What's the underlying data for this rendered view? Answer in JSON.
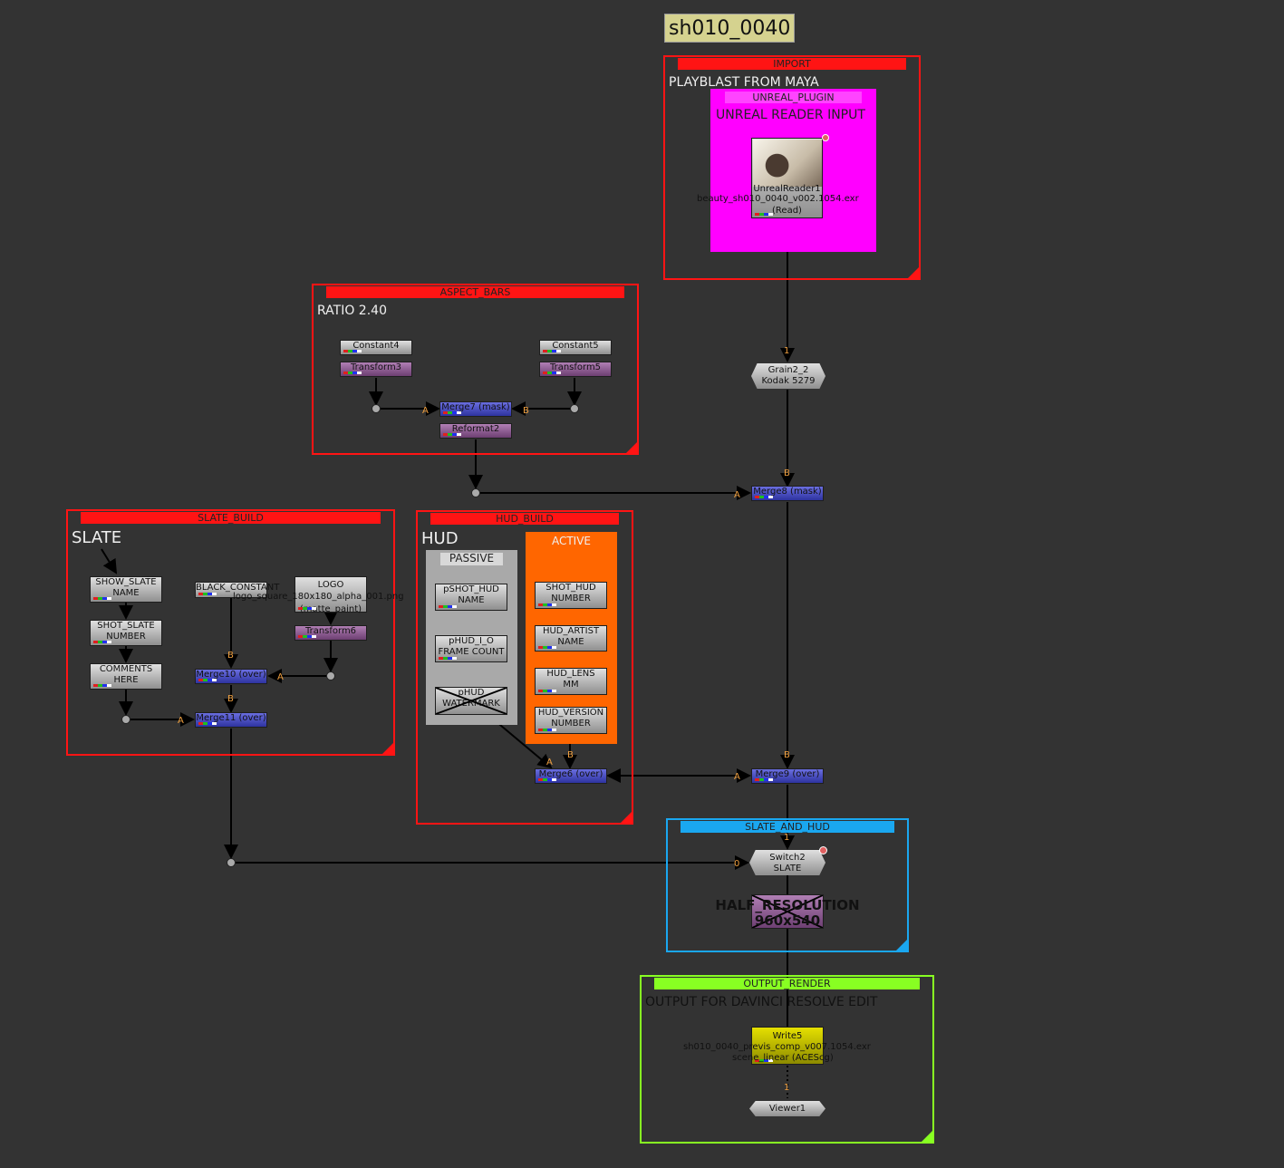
{
  "sticky": {
    "label": "sh010_0040"
  },
  "backdrops": {
    "import": {
      "title": "IMPORT",
      "label": "PLAYBLAST FROM MAYA"
    },
    "unreal_plugin": {
      "title": "UNREAL_PLUGIN",
      "label": "UNREAL READER INPUT"
    },
    "aspect_bars": {
      "title": "ASPECT_BARS",
      "label": "RATIO 2.40"
    },
    "slate_build": {
      "title": "SLATE_BUILD",
      "label": "SLATE"
    },
    "hud_build": {
      "title": "HUD_BUILD",
      "label": "HUD"
    },
    "passive": {
      "title": "PASSIVE"
    },
    "active": {
      "title": "ACTIVE"
    },
    "slate_and_hud": {
      "title": "SLATE_AND_HUD"
    },
    "output_render": {
      "title": "OUTPUT_RENDER",
      "label": "OUTPUT FOR DAVINCI RESOLVE EDIT"
    }
  },
  "nodes": {
    "unreal_reader": {
      "name": "UnrealReader1",
      "file": "beauty_sh010_0040_v002.1054.exr",
      "type": "(Read)"
    },
    "grain": {
      "name": "Grain2_2",
      "sub": "Kodak 5279"
    },
    "constant4": {
      "name": "Constant4"
    },
    "constant5": {
      "name": "Constant5"
    },
    "transform3": {
      "name": "Transform3"
    },
    "transform5": {
      "name": "Transform5"
    },
    "merge7": {
      "name": "Merge7 (mask)"
    },
    "reformat2": {
      "name": "Reformat2"
    },
    "merge8": {
      "name": "Merge8 (mask)"
    },
    "show_slate": {
      "name": "SHOW_SLATE",
      "sub": "NAME"
    },
    "shot_slate": {
      "name": "SHOT_SLATE",
      "sub": "NUMBER"
    },
    "comments": {
      "name": "COMMENTS",
      "sub": "HERE"
    },
    "black_constant": {
      "name": "BLACK_CONSTANT"
    },
    "logo": {
      "name": "LOGO",
      "file": "logo_square_180x180_alpha_001.png",
      "sub": "(matte_paint)"
    },
    "transform6": {
      "name": "Transform6"
    },
    "merge10": {
      "name": "Merge10 (over)"
    },
    "merge11": {
      "name": "Merge11 (over)"
    },
    "pshot_hud": {
      "name": "pSHOT_HUD",
      "sub": "NAME"
    },
    "phud_io": {
      "name": "pHUD_I_O",
      "sub": "FRAME COUNT"
    },
    "phud_watermark": {
      "name": "pHUD",
      "sub": "WATERMARK"
    },
    "shot_hud": {
      "name": "SHOT_HUD",
      "sub": "NUMBER"
    },
    "hud_artist": {
      "name": "HUD_ARTIST",
      "sub": "NAME"
    },
    "hud_lens": {
      "name": "HUD_LENS",
      "sub": "MM"
    },
    "hud_version": {
      "name": "HUD_VERSION",
      "sub": "NUMBER"
    },
    "merge6": {
      "name": "Merge6 (over)"
    },
    "merge9": {
      "name": "Merge9 (over)"
    },
    "switch2": {
      "name": "Switch2",
      "sub": "SLATE"
    },
    "half_res": {
      "name": "HALF_RESOLUTION",
      "sub": "960x540"
    },
    "write5": {
      "name": "Write5",
      "file": "sh010_0040_previs_comp_v007.1054.exr",
      "sub": "scene_linear (ACEScg)"
    },
    "viewer1": {
      "name": "Viewer1"
    }
  },
  "inputs": {
    "a": "A",
    "b": "B",
    "one": "1",
    "zero": "0"
  },
  "colors": {
    "canvas": "#333333",
    "backdrop_red": "#ff1414",
    "backdrop_magenta": "#ff00ff",
    "backdrop_blue": "#1aa7f0",
    "backdrop_green": "#88ff22",
    "active_orange": "#ff6600",
    "passive_grey": "#a9a9a9",
    "input_label": "#f0a040"
  }
}
